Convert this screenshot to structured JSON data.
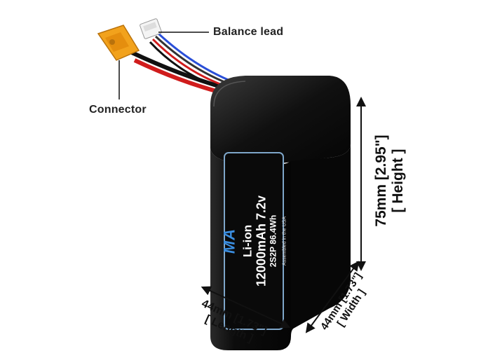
{
  "labels": {
    "balance_lead": "Balance lead",
    "connector": "Connector"
  },
  "battery": {
    "logo": "MA",
    "chemistry": "Li-ion",
    "capacity_voltage": "12000mAh 7.2v",
    "config_energy": "2S2P 86.4Wh",
    "assembled": "Assembled in the USA"
  },
  "dimensions": {
    "height_value": "75mm [2.95\"]",
    "height_label": "[ Height ]",
    "length_value": "44mm [1.73\"]",
    "length_label": "[ Length ]",
    "width_value": "44mm [1.73\"]",
    "width_label": "[ Width ]"
  },
  "colors": {
    "battery_body": "#0d0d0d",
    "label_border": "#7ea6c9",
    "connector_yellow": "#f2a21c",
    "wire_red": "#d01c1c",
    "wire_blue": "#2a4fd8"
  }
}
